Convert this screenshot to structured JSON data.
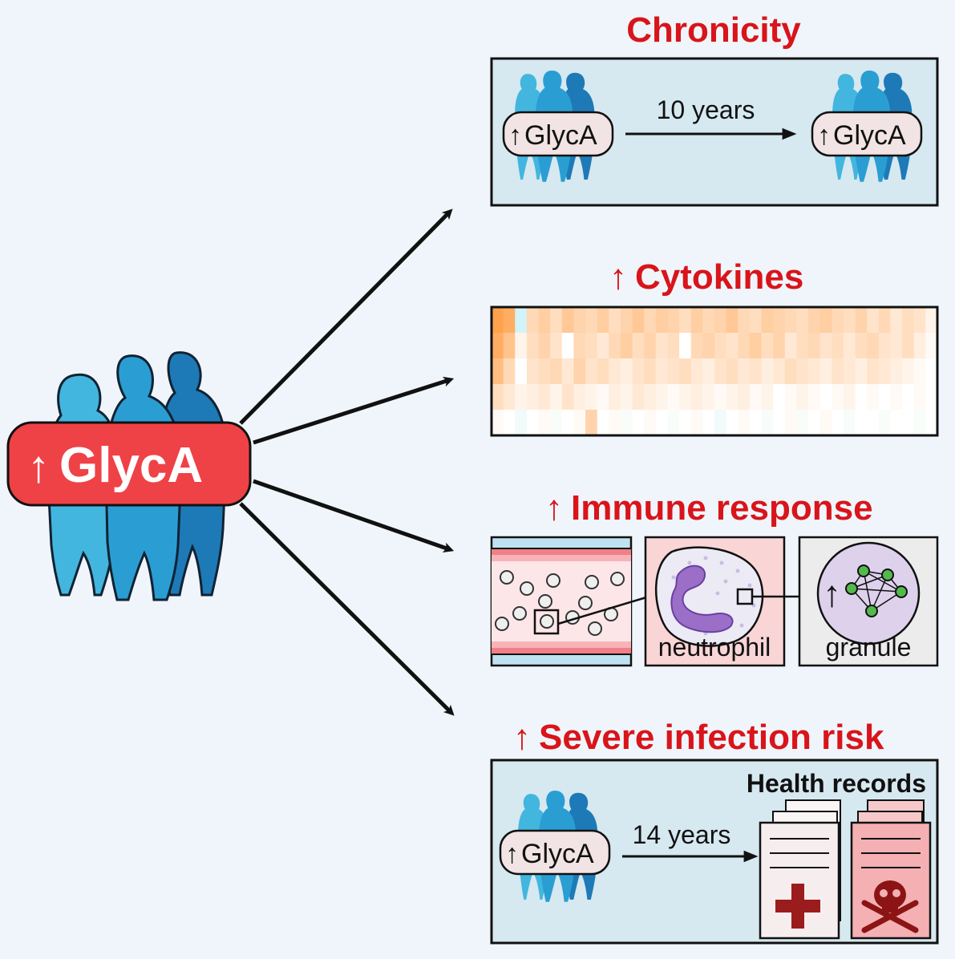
{
  "main": {
    "label": "GlycA",
    "arrow_symbol": "↑"
  },
  "panels": {
    "chronicity": {
      "title": "Chronicity",
      "duration": "10 years",
      "pill_left": "GlycA",
      "pill_right": "GlycA"
    },
    "cytokines": {
      "title": "Cytokines",
      "heatmap_rows": [
        [
          0.85,
          0.75,
          -0.3,
          0.35,
          0.45,
          0.3,
          0.5,
          0.4,
          0.35,
          0.45,
          0.3,
          0.4,
          0.5,
          0.35,
          0.45,
          0.4,
          0.3,
          0.45,
          0.35,
          0.4,
          0.5,
          0.35,
          0.3,
          0.45,
          0.4,
          0.35,
          0.3,
          0.4,
          0.45,
          0.35,
          0.3,
          0.4,
          0.25,
          0.35,
          0.2,
          0.3,
          0.25,
          0.1
        ],
        [
          0.75,
          0.55,
          0.1,
          0.3,
          0.4,
          0.25,
          0.0,
          0.35,
          0.3,
          0.2,
          0.35,
          0.45,
          0.3,
          0.4,
          0.25,
          0.3,
          0.0,
          0.35,
          0.4,
          0.3,
          0.25,
          0.35,
          0.45,
          0.3,
          0.4,
          0.2,
          0.3,
          0.35,
          0.25,
          0.3,
          0.2,
          0.3,
          0.35,
          0.25,
          0.2,
          0.3,
          0.15,
          0.05
        ],
        [
          0.6,
          0.35,
          0.0,
          0.25,
          0.3,
          0.35,
          0.2,
          0.4,
          0.25,
          0.3,
          0.2,
          0.15,
          0.25,
          0.3,
          0.2,
          0.25,
          0.3,
          0.2,
          0.15,
          0.25,
          0.3,
          0.2,
          0.25,
          0.15,
          0.2,
          0.3,
          0.25,
          0.2,
          0.15,
          0.25,
          0.2,
          0.15,
          0.25,
          0.2,
          0.15,
          0.1,
          0.05,
          0.0
        ],
        [
          0.3,
          0.2,
          0.1,
          0.15,
          0.2,
          0.1,
          0.25,
          0.15,
          0.1,
          0.05,
          0.15,
          0.1,
          0.2,
          0.15,
          0.1,
          0.05,
          0.1,
          0.15,
          0.1,
          0.05,
          0.1,
          0.15,
          0.05,
          0.1,
          0.0,
          0.05,
          0.1,
          0.05,
          0.0,
          0.05,
          0.1,
          0.0,
          0.05,
          0.0,
          0.05,
          0.0,
          0.05,
          0.0
        ],
        [
          0.05,
          0.0,
          -0.1,
          0.0,
          0.05,
          -0.05,
          0.0,
          0.05,
          0.4,
          0.0,
          0.05,
          -0.05,
          0.0,
          0.05,
          0.0,
          -0.05,
          0.0,
          0.05,
          0.0,
          -0.1,
          0.0,
          0.05,
          0.0,
          -0.05,
          0.0,
          0.05,
          -0.05,
          0.0,
          0.05,
          0.0,
          -0.05,
          0.0,
          0.0,
          -0.05,
          0.0,
          0.0,
          -0.05,
          0.0
        ]
      ]
    },
    "immune": {
      "title": "Immune response",
      "neutrophil_label": "neutrophil",
      "granule_label": "granule"
    },
    "infection": {
      "title": "Severe infection risk",
      "records_label": "Health records",
      "duration": "14 years",
      "pill": "GlycA"
    }
  },
  "colors": {
    "accent_red": "#d9141b",
    "pill_red": "#ef4246",
    "panel_blue": "#d6e8f0",
    "people_light": "#42b6de",
    "people_mid": "#2a9ed3",
    "people_dark": "#1d7ab7"
  }
}
